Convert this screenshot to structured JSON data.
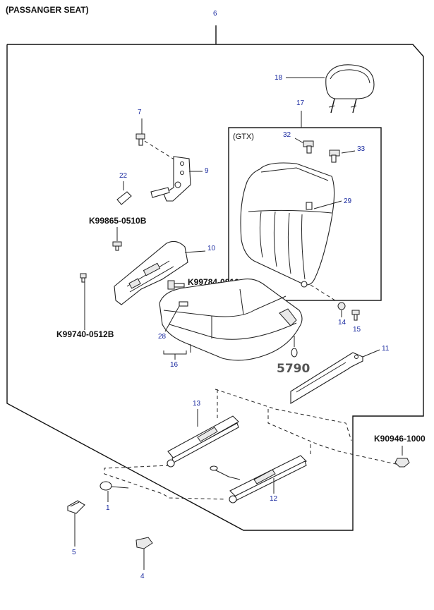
{
  "diagram": {
    "title": "(PASSANGER SEAT)",
    "variant_label": "(GTX)",
    "stamp": "5790",
    "callouts": {
      "n1": "1",
      "n4": "4",
      "n5": "5",
      "n6": "6",
      "n7": "7",
      "n9": "9",
      "n10": "10",
      "n11": "11",
      "n12": "12",
      "n13": "13",
      "n14": "14",
      "n15": "15",
      "n16": "16",
      "n17": "17",
      "n18": "18",
      "n22": "22",
      "n28": "28",
      "n29": "29",
      "n32": "32",
      "n33": "33"
    },
    "codes": {
      "c1": "K99865-0510B",
      "c2": "K99784-0816",
      "c3": "K99740-0512B",
      "c4": "K90946-1000"
    }
  }
}
